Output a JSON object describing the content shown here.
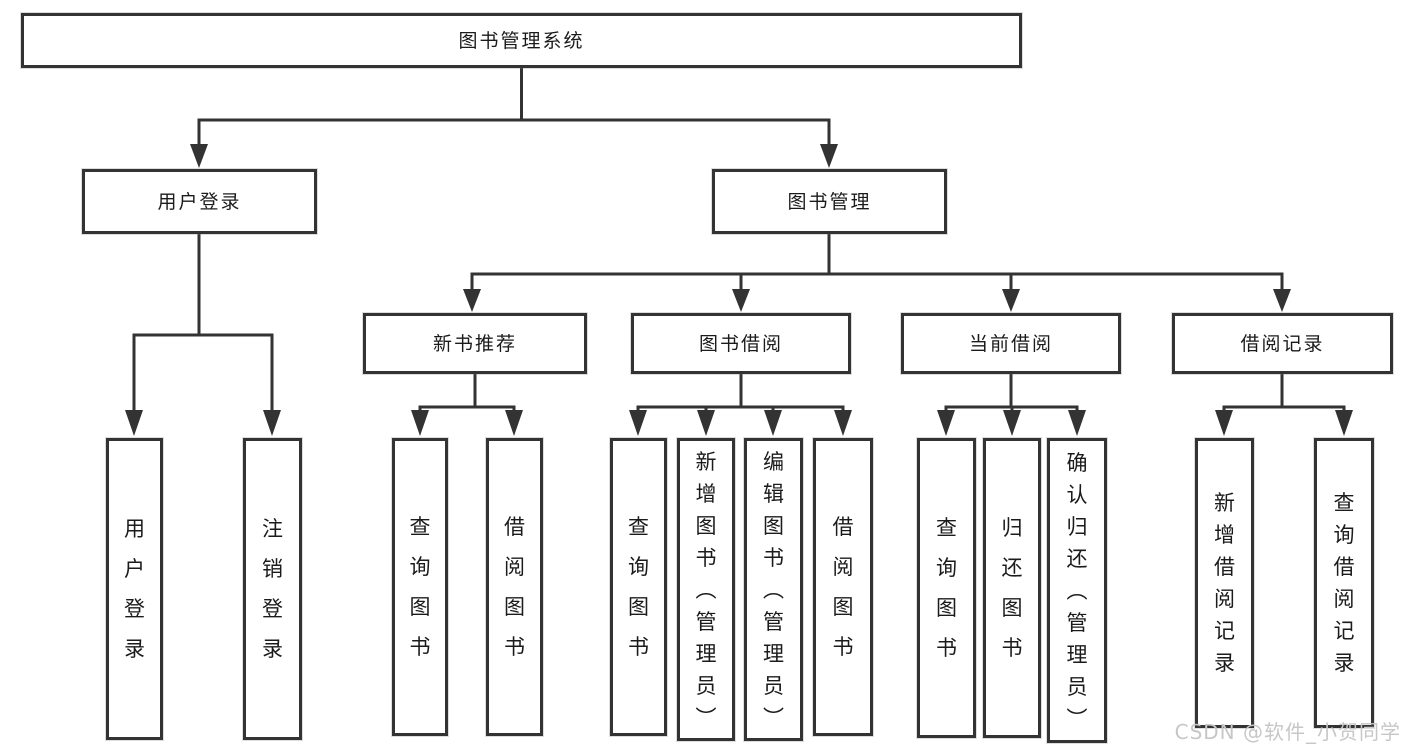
{
  "colors": {
    "line": "#333333",
    "box_border": "#333333",
    "text": "#1b1b1b",
    "background": "#ffffff",
    "watermark_text_color": "#c7c7c7"
  },
  "tree": {
    "root": {
      "label": "图书管理系统"
    },
    "branches": [
      {
        "label": "用户登录",
        "leaves": [
          {
            "label": "用户登录"
          },
          {
            "label": "注销登录"
          }
        ]
      },
      {
        "label": "图书管理",
        "groups": [
          {
            "label": "新书推荐",
            "leaves": [
              {
                "label": "查询图书"
              },
              {
                "label": "借阅图书"
              }
            ]
          },
          {
            "label": "图书借阅",
            "leaves": [
              {
                "label": "查询图书"
              },
              {
                "label": "新增图书（管理员）"
              },
              {
                "label": "编辑图书（管理员）"
              },
              {
                "label": "借阅图书"
              }
            ]
          },
          {
            "label": "当前借阅",
            "leaves": [
              {
                "label": "查询图书"
              },
              {
                "label": "归还图书"
              },
              {
                "label": "确认归还（管理员）"
              }
            ]
          },
          {
            "label": "借阅记录",
            "leaves": [
              {
                "label": "新增借阅记录"
              },
              {
                "label": "查询借阅记录"
              }
            ]
          }
        ]
      }
    ]
  },
  "watermark": {
    "text": "CSDN @软件_小贺同学"
  }
}
